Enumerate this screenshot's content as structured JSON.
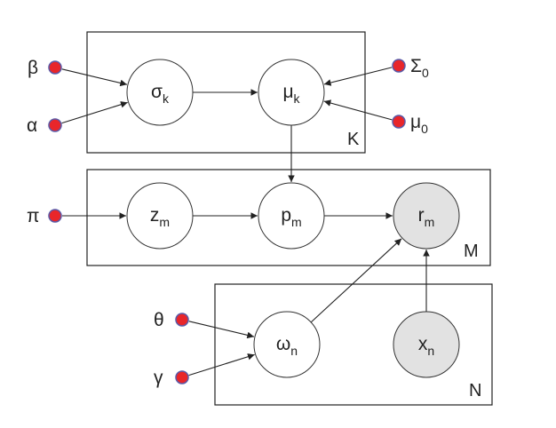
{
  "diagram": {
    "plates": [
      {
        "id": "K",
        "label": "K"
      },
      {
        "id": "M",
        "label": "M"
      },
      {
        "id": "N",
        "label": "N"
      }
    ],
    "nodes": [
      {
        "id": "sigma",
        "base": "σ",
        "sub": "k",
        "observed": false
      },
      {
        "id": "mu",
        "base": "μ",
        "sub": "k",
        "observed": false
      },
      {
        "id": "z",
        "base": "z",
        "sub": "m",
        "observed": false
      },
      {
        "id": "p",
        "base": "p",
        "sub": "m",
        "observed": false
      },
      {
        "id": "r",
        "base": "r",
        "sub": "m",
        "observed": true
      },
      {
        "id": "omega",
        "base": "ω",
        "sub": "n",
        "observed": false
      },
      {
        "id": "x",
        "base": "x",
        "sub": "n",
        "observed": true
      }
    ],
    "hyperparameters": [
      {
        "id": "beta",
        "base": "β",
        "sub": ""
      },
      {
        "id": "alpha",
        "base": "α",
        "sub": ""
      },
      {
        "id": "Sigma0",
        "base": "Σ",
        "sub": "0"
      },
      {
        "id": "mu0",
        "base": "μ",
        "sub": "0"
      },
      {
        "id": "pi",
        "base": "π",
        "sub": ""
      },
      {
        "id": "theta",
        "base": "θ",
        "sub": ""
      },
      {
        "id": "gamma",
        "base": "γ",
        "sub": ""
      }
    ],
    "edges": [
      {
        "from": "beta",
        "to": "sigma"
      },
      {
        "from": "alpha",
        "to": "sigma"
      },
      {
        "from": "Sigma0",
        "to": "mu"
      },
      {
        "from": "mu0",
        "to": "mu"
      },
      {
        "from": "sigma",
        "to": "mu"
      },
      {
        "from": "mu",
        "to": "p"
      },
      {
        "from": "pi",
        "to": "z"
      },
      {
        "from": "z",
        "to": "p"
      },
      {
        "from": "p",
        "to": "r"
      },
      {
        "from": "theta",
        "to": "omega"
      },
      {
        "from": "gamma",
        "to": "omega"
      },
      {
        "from": "omega",
        "to": "r"
      },
      {
        "from": "x",
        "to": "r"
      }
    ],
    "colors": {
      "hyper_fill": "#e8262a",
      "hyper_stroke": "#5a5aa8",
      "observed_fill": "#e2e2e2",
      "latent_fill": "#ffffff",
      "line": "#222222"
    }
  }
}
